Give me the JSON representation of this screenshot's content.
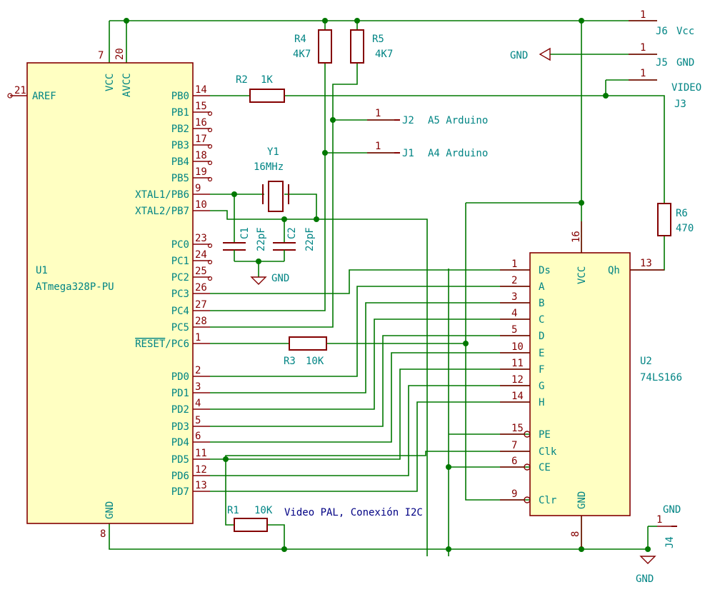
{
  "schematic": {
    "note": "Video PAL, Conexión I2C",
    "u1": {
      "ref": "U1",
      "value": "ATmega328P-PU",
      "pins_left": {
        "aref": {
          "num": "21",
          "name": "AREF"
        }
      },
      "pins_top": {
        "vcc": {
          "num": "7",
          "name": "VCC"
        },
        "avcc": {
          "num": "20",
          "name": "AVCC"
        }
      },
      "pin_gnd": {
        "num": "8",
        "name": "GND"
      },
      "pins_right": [
        {
          "num": "14",
          "name": "PB0"
        },
        {
          "num": "15",
          "name": "PB1"
        },
        {
          "num": "16",
          "name": "PB2"
        },
        {
          "num": "17",
          "name": "PB3"
        },
        {
          "num": "18",
          "name": "PB4"
        },
        {
          "num": "19",
          "name": "PB5"
        },
        {
          "num": "9",
          "name": "XTAL1/PB6"
        },
        {
          "num": "10",
          "name": "XTAL2/PB7"
        },
        {
          "num": "23",
          "name": "PC0"
        },
        {
          "num": "24",
          "name": "PC1"
        },
        {
          "num": "25",
          "name": "PC2"
        },
        {
          "num": "26",
          "name": "PC3"
        },
        {
          "num": "27",
          "name": "PC4"
        },
        {
          "num": "28",
          "name": "PC5"
        },
        {
          "num": "1",
          "name": "RESET",
          "suffix": "/PC6"
        },
        {
          "num": "2",
          "name": "PD0"
        },
        {
          "num": "3",
          "name": "PD1"
        },
        {
          "num": "4",
          "name": "PD2"
        },
        {
          "num": "5",
          "name": "PD3"
        },
        {
          "num": "6",
          "name": "PD4"
        },
        {
          "num": "11",
          "name": "PD5"
        },
        {
          "num": "12",
          "name": "PD6"
        },
        {
          "num": "13",
          "name": "PD7"
        }
      ]
    },
    "u2": {
      "ref": "U2",
      "value": "74LS166",
      "pins_left": [
        {
          "num": "1",
          "name": "Ds"
        },
        {
          "num": "2",
          "name": "A"
        },
        {
          "num": "3",
          "name": "B"
        },
        {
          "num": "4",
          "name": "C"
        },
        {
          "num": "5",
          "name": "D"
        },
        {
          "num": "10",
          "name": "E"
        },
        {
          "num": "11",
          "name": "F"
        },
        {
          "num": "12",
          "name": "G"
        },
        {
          "num": "14",
          "name": "H"
        },
        {
          "num": "15",
          "name": "PE"
        },
        {
          "num": "7",
          "name": "Clk"
        },
        {
          "num": "6",
          "name": "CE"
        },
        {
          "num": "9",
          "name": "Clr"
        }
      ],
      "pin_vcc": {
        "num": "16",
        "name": "VCC"
      },
      "pin_gnd": {
        "num": "8",
        "name": "GND"
      },
      "pin_qh": {
        "num": "13",
        "name": "Qh"
      }
    },
    "r1": {
      "ref": "R1",
      "value": "10K"
    },
    "r2": {
      "ref": "R2",
      "value": "1K"
    },
    "r3": {
      "ref": "R3",
      "value": "10K"
    },
    "r4": {
      "ref": "R4",
      "value": "4K7"
    },
    "r5": {
      "ref": "R5",
      "value": "4K7"
    },
    "r6": {
      "ref": "R6",
      "value": "470"
    },
    "c1": {
      "ref": "C1",
      "value": "22pF"
    },
    "c2": {
      "ref": "C2",
      "value": "22pF"
    },
    "y1": {
      "ref": "Y1",
      "value": "16MHz"
    },
    "j1": {
      "ref": "J1",
      "value": "A4 Arduino",
      "pin": "1"
    },
    "j2": {
      "ref": "J2",
      "value": "A5 Arduino",
      "pin": "1"
    },
    "j3": {
      "ref": "J3",
      "value": "VIDEO",
      "pin": "1"
    },
    "j4": {
      "ref": "J4",
      "value": "GND",
      "pin": "1"
    },
    "j5": {
      "ref": "J5",
      "value": "GND",
      "pin": "1"
    },
    "j6": {
      "ref": "J6",
      "value": "Vcc",
      "pin": "1"
    },
    "gnd_label": "GND"
  }
}
